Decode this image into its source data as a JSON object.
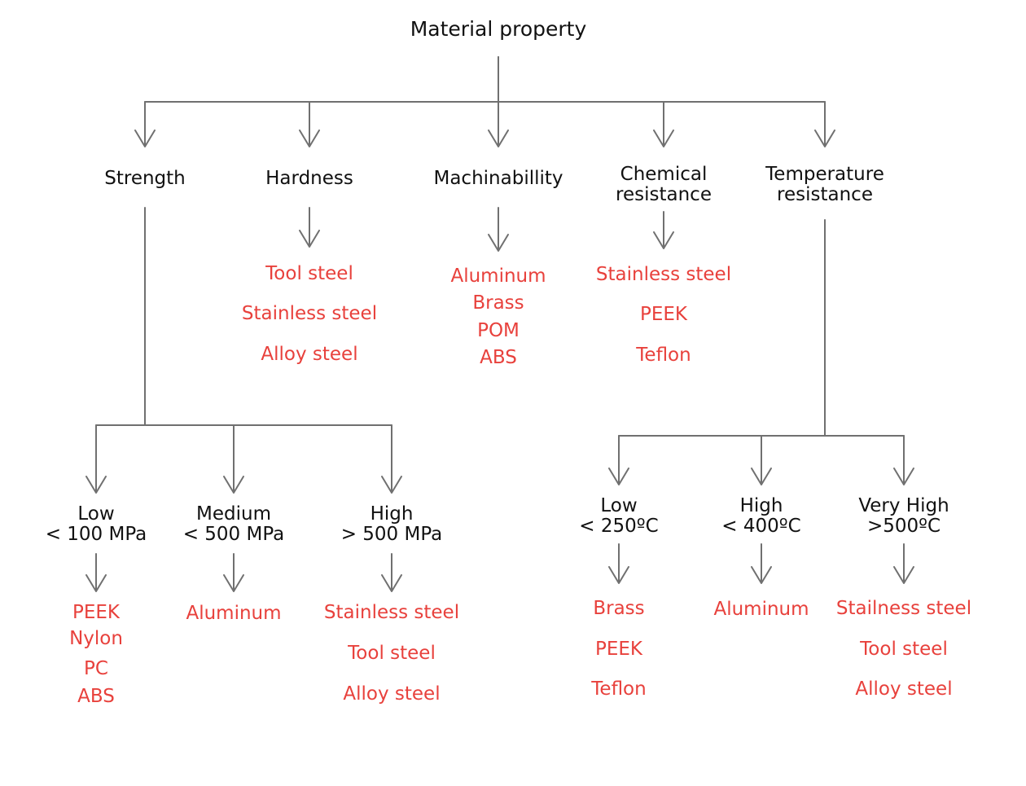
{
  "root": "Material property",
  "categories": [
    {
      "label": [
        "Strength"
      ]
    },
    {
      "label": [
        "Hardness"
      ],
      "materials": [
        "Tool steel",
        "Stainless steel",
        "Alloy steel"
      ]
    },
    {
      "label": [
        "Machinabillity"
      ],
      "materials": [
        "Aluminum",
        "Brass",
        "POM",
        "ABS"
      ]
    },
    {
      "label": [
        "Chemical",
        "resistance"
      ],
      "materials": [
        "Stainless steel",
        "PEEK",
        "Teflon"
      ]
    },
    {
      "label": [
        "Temperature",
        "resistance"
      ]
    }
  ],
  "strength_levels": [
    {
      "label": [
        "Low",
        "< 100 MPa"
      ],
      "materials": [
        "PEEK",
        "Nylon",
        "PC",
        "ABS"
      ]
    },
    {
      "label": [
        "Medium",
        "< 500 MPa"
      ],
      "materials": [
        "Aluminum"
      ]
    },
    {
      "label": [
        "High",
        "> 500 MPa"
      ],
      "materials": [
        "Stainless steel",
        "Tool steel",
        "Alloy steel"
      ]
    }
  ],
  "temperature_levels": [
    {
      "label": [
        "Low",
        "< 250ºC"
      ],
      "materials": [
        "Brass",
        "PEEK",
        "Teflon"
      ]
    },
    {
      "label": [
        "High",
        "< 400ºC"
      ],
      "materials": [
        "Aluminum"
      ]
    },
    {
      "label": [
        "Very High",
        ">500ºC"
      ],
      "materials": [
        "Stailness steel",
        "Tool steel",
        "Alloy steel"
      ]
    }
  ],
  "colors": {
    "line": "#707070",
    "text": "#111111",
    "material": "#e8413c"
  }
}
